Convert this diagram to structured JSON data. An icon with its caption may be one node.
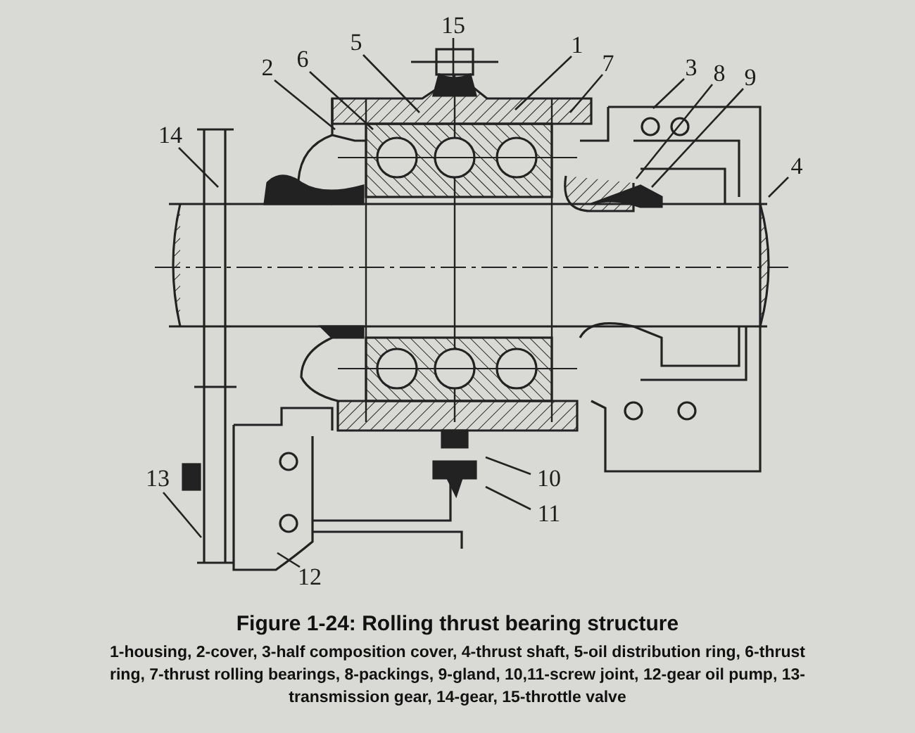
{
  "diagram": {
    "title": "Figure 1-24: Rolling thrust bearing structure",
    "caption": "1-housing, 2-cover, 3-half composition cover, 4-thrust shaft, 5-oil distribution ring, 6-thrust ring, 7-thrust rolling bearings, 8-packings, 9-gland, 10,11-screw joint, 12-gear oil pump, 13-transmission gear, 14-gear, 15-throttle valve",
    "nodes": [
      {
        "text": [
          "15"
        ]
      },
      {
        "text": [
          "5"
        ]
      },
      {
        "text": [
          "1"
        ]
      },
      {
        "text": [
          "6"
        ]
      },
      {
        "text": [
          "7"
        ]
      },
      {
        "text": [
          "2"
        ]
      },
      {
        "text": [
          "3"
        ]
      },
      {
        "text": [
          "8"
        ]
      },
      {
        "text": [
          "9"
        ]
      },
      {
        "text": [
          "14"
        ]
      },
      {
        "text": [
          "4"
        ]
      },
      {
        "text": [
          "13"
        ]
      },
      {
        "text": [
          "10"
        ]
      },
      {
        "text": [
          "11"
        ]
      },
      {
        "text": [
          "12"
        ]
      }
    ],
    "edges": [
      {
        "from": 0,
        "to": null,
        "arrow": "none"
      },
      {
        "from": 1,
        "to": null,
        "arrow": "none"
      },
      {
        "from": 2,
        "to": null,
        "arrow": "none"
      },
      {
        "from": 3,
        "to": null,
        "arrow": "none"
      },
      {
        "from": 4,
        "to": null,
        "arrow": "none"
      },
      {
        "from": 5,
        "to": null,
        "arrow": "none"
      },
      {
        "from": 6,
        "to": null,
        "arrow": "none"
      },
      {
        "from": 7,
        "to": null,
        "arrow": "none"
      },
      {
        "from": 8,
        "to": null,
        "arrow": "none"
      },
      {
        "from": 9,
        "to": null,
        "arrow": "none"
      },
      {
        "from": 10,
        "to": null,
        "arrow": "none"
      },
      {
        "from": 11,
        "to": null,
        "arrow": "none"
      },
      {
        "from": 12,
        "to": null,
        "arrow": "none"
      },
      {
        "from": 13,
        "to": null,
        "arrow": "none"
      },
      {
        "from": 14,
        "to": null,
        "arrow": "none"
      }
    ]
  }
}
